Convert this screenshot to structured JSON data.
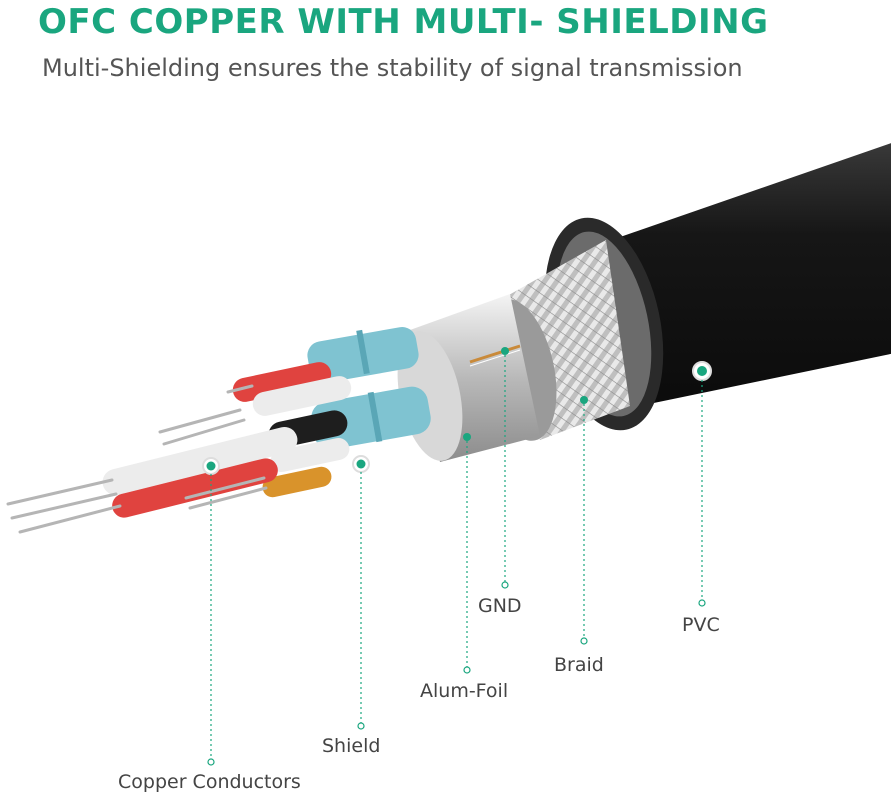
{
  "header": {
    "title": "OFC COPPER WITH MULTI- SHIELDING",
    "subtitle": "Multi-Shielding ensures the stability of signal transmission"
  },
  "callouts": [
    {
      "key": "pvc",
      "label": "PVC"
    },
    {
      "key": "gnd",
      "label": "GND"
    },
    {
      "key": "braid",
      "label": "Braid"
    },
    {
      "key": "alum_foil",
      "label": "Alum-Foil"
    },
    {
      "key": "shield",
      "label": "Shield"
    },
    {
      "key": "copper_conductors",
      "label": "Copper Conductors"
    }
  ],
  "colors": {
    "accent": "#1aa67f",
    "jacket": "#1b1b1b",
    "text": "#444444"
  }
}
